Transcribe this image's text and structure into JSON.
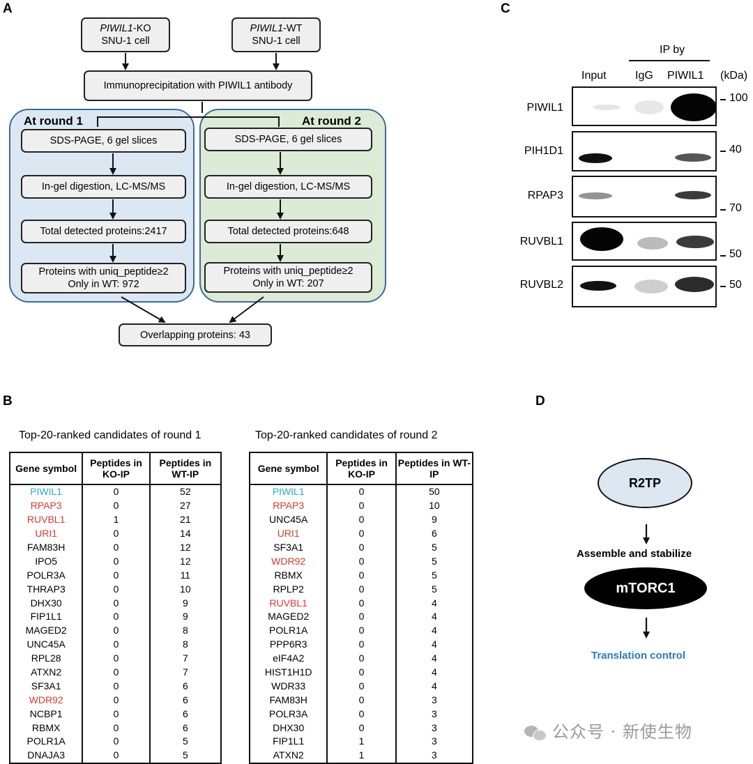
{
  "panels": {
    "a": "A",
    "b": "B",
    "c": "C",
    "d": "D"
  },
  "flow": {
    "ko_cell": {
      "gene": "PIWIL1",
      "suffix": "-KO",
      "line2": "SNU-1 cell"
    },
    "wt_cell": {
      "gene": "PIWIL1",
      "suffix": "-WT",
      "line2": "SNU-1 cell"
    },
    "ip": "Immunoprecipitation with PIWIL1 antibody",
    "round1": {
      "title": "At round 1",
      "sds": "SDS-PAGE, 6 gel slices",
      "digest": "In-gel digestion, LC-MS/MS",
      "total": "Total detected proteins:2417",
      "uniq_line1": "Proteins with uniq_peptide≥2",
      "uniq_line2": "Only in WT: 972"
    },
    "round2": {
      "title": "At round 2",
      "sds": "SDS-PAGE, 6 gel slices",
      "digest": "In-gel digestion, LC-MS/MS",
      "total": "Total detected proteins:648",
      "uniq_line1": "Proteins with uniq_peptide≥2",
      "uniq_line2": "Only in WT: 207"
    },
    "overlap": "Overlapping proteins: 43"
  },
  "blot": {
    "ip_by": "IP by",
    "lanes": [
      "Input",
      "IgG",
      "PIWIL1"
    ],
    "unit": "(kDa)",
    "rows": [
      {
        "name": "PIWIL1",
        "marker": "100"
      },
      {
        "name": "PIH1D1",
        "marker": "40"
      },
      {
        "name": "RPAP3",
        "marker": "70"
      },
      {
        "name": "RUVBL1",
        "marker": "50"
      },
      {
        "name": "RUVBL2",
        "marker": "50"
      }
    ]
  },
  "tables": {
    "headers": [
      "Gene symbol",
      "Peptides in KO-IP",
      "Peptides in WT-IP"
    ],
    "round1": {
      "title": "Top-20-ranked candidates of round 1",
      "rows": [
        {
          "gene": "PIWIL1",
          "ko": "0",
          "wt": "52",
          "color": "blue"
        },
        {
          "gene": "RPAP3",
          "ko": "0",
          "wt": "27",
          "color": "red"
        },
        {
          "gene": "RUVBL1",
          "ko": "1",
          "wt": "21",
          "color": "red"
        },
        {
          "gene": "URI1",
          "ko": "0",
          "wt": "14",
          "color": "red"
        },
        {
          "gene": "FAM83H",
          "ko": "0",
          "wt": "12",
          "color": ""
        },
        {
          "gene": "IPO5",
          "ko": "0",
          "wt": "12",
          "color": ""
        },
        {
          "gene": "POLR3A",
          "ko": "0",
          "wt": "11",
          "color": ""
        },
        {
          "gene": "THRAP3",
          "ko": "0",
          "wt": "10",
          "color": ""
        },
        {
          "gene": "DHX30",
          "ko": "0",
          "wt": "9",
          "color": ""
        },
        {
          "gene": "FIP1L1",
          "ko": "0",
          "wt": "9",
          "color": ""
        },
        {
          "gene": "MAGED2",
          "ko": "0",
          "wt": "8",
          "color": ""
        },
        {
          "gene": "UNC45A",
          "ko": "0",
          "wt": "8",
          "color": ""
        },
        {
          "gene": "RPL28",
          "ko": "0",
          "wt": "7",
          "color": ""
        },
        {
          "gene": "ATXN2",
          "ko": "0",
          "wt": "7",
          "color": ""
        },
        {
          "gene": "SF3A1",
          "ko": "0",
          "wt": "6",
          "color": ""
        },
        {
          "gene": "WDR92",
          "ko": "0",
          "wt": "6",
          "color": "red"
        },
        {
          "gene": "NCBP1",
          "ko": "0",
          "wt": "6",
          "color": ""
        },
        {
          "gene": "RBMX",
          "ko": "0",
          "wt": "6",
          "color": ""
        },
        {
          "gene": "POLR1A",
          "ko": "0",
          "wt": "5",
          "color": ""
        },
        {
          "gene": "DNAJA3",
          "ko": "0",
          "wt": "5",
          "color": ""
        }
      ]
    },
    "round2": {
      "title": "Top-20-ranked candidates of round 2",
      "rows": [
        {
          "gene": "PIWIL1",
          "ko": "0",
          "wt": "50",
          "color": "blue"
        },
        {
          "gene": "RPAP3",
          "ko": "0",
          "wt": "10",
          "color": "red"
        },
        {
          "gene": "UNC45A",
          "ko": "0",
          "wt": "9",
          "color": ""
        },
        {
          "gene": "URI1",
          "ko": "0",
          "wt": "6",
          "color": "red"
        },
        {
          "gene": "SF3A1",
          "ko": "0",
          "wt": "5",
          "color": ""
        },
        {
          "gene": "WDR92",
          "ko": "0",
          "wt": "5",
          "color": "red"
        },
        {
          "gene": "RBMX",
          "ko": "0",
          "wt": "5",
          "color": ""
        },
        {
          "gene": "RPLP2",
          "ko": "0",
          "wt": "5",
          "color": ""
        },
        {
          "gene": "RUVBL1",
          "ko": "0",
          "wt": "4",
          "color": "red"
        },
        {
          "gene": "MAGED2",
          "ko": "0",
          "wt": "4",
          "color": ""
        },
        {
          "gene": "POLR1A",
          "ko": "0",
          "wt": "4",
          "color": ""
        },
        {
          "gene": "PPP6R3",
          "ko": "0",
          "wt": "4",
          "color": ""
        },
        {
          "gene": "eIF4A2",
          "ko": "0",
          "wt": "4",
          "color": ""
        },
        {
          "gene": "HIST1H1D",
          "ko": "0",
          "wt": "4",
          "color": ""
        },
        {
          "gene": "WDR33",
          "ko": "0",
          "wt": "4",
          "color": ""
        },
        {
          "gene": "FAM83H",
          "ko": "0",
          "wt": "3",
          "color": ""
        },
        {
          "gene": "POLR3A",
          "ko": "0",
          "wt": "3",
          "color": ""
        },
        {
          "gene": "DHX30",
          "ko": "0",
          "wt": "3",
          "color": ""
        },
        {
          "gene": "FIP1L1",
          "ko": "1",
          "wt": "3",
          "color": ""
        },
        {
          "gene": "ATXN2",
          "ko": "1",
          "wt": "3",
          "color": ""
        }
      ]
    }
  },
  "model": {
    "r2tp": "R2TP",
    "assemble": "Assemble and stabilize",
    "mtorc1": "mTORC1",
    "translation": "Translation control",
    "translation_color": "#2b7bb9"
  },
  "watermark": "公众号 · 新使生物"
}
